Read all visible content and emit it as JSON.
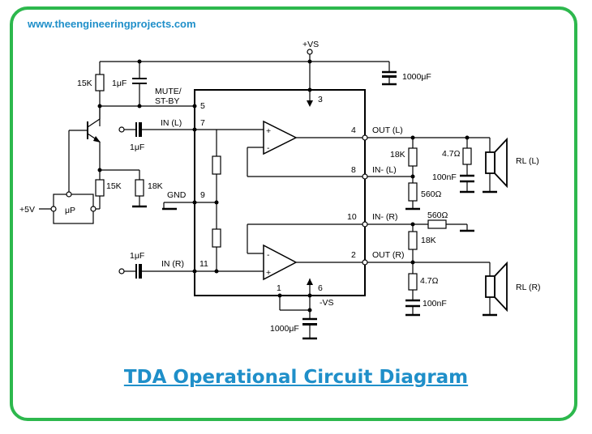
{
  "site_url": "www.theengineeringprojects.com",
  "caption": "TDA Operational Circuit Diagram",
  "colors": {
    "frame": "#2db84d",
    "accent": "#1f8fc9"
  },
  "labels": {
    "vs_pos": "+VS",
    "vs_neg": "-VS",
    "cap_1000uF_top": "1000μF",
    "cap_1000uF_bottom": "1000μF",
    "r_15k_top": "15K",
    "c_1uF_top": "1μF",
    "mute_stby": "MUTE/",
    "mute_stby_2": "ST-BY",
    "pin5": "5",
    "pin3": "3",
    "pin7": "7",
    "in_l": "IN (L)",
    "c_1uF_inl": "1μF",
    "pin4": "4",
    "out_l": "OUT (L)",
    "r_18k_l": "18K",
    "r_47_l": "4.7Ω",
    "c_100nf_l": "100nF",
    "rl_l": "RL (L)",
    "pin8": "8",
    "in_minus_l": "IN- (L)",
    "r_560_l": "560Ω",
    "r_15k_bottom": "15K",
    "r_18k_gnd": "18K",
    "gnd": "GND",
    "pin9": "9",
    "plus5v": "+5V",
    "up": "μP",
    "pin10": "10",
    "in_minus_r": "IN- (R)",
    "r_560_r": "560Ω",
    "r_18k_r": "18K",
    "c_1uF_inr": "1μF",
    "in_r": "IN (R)",
    "pin11": "11",
    "pin2": "2",
    "out_r": "OUT (R)",
    "r_47_r": "4.7Ω",
    "c_100nf_r": "100nF",
    "rl_r": "RL (R)",
    "pin1": "1",
    "pin6": "6",
    "opamp_minus": "-",
    "opamp_plus": "+"
  }
}
